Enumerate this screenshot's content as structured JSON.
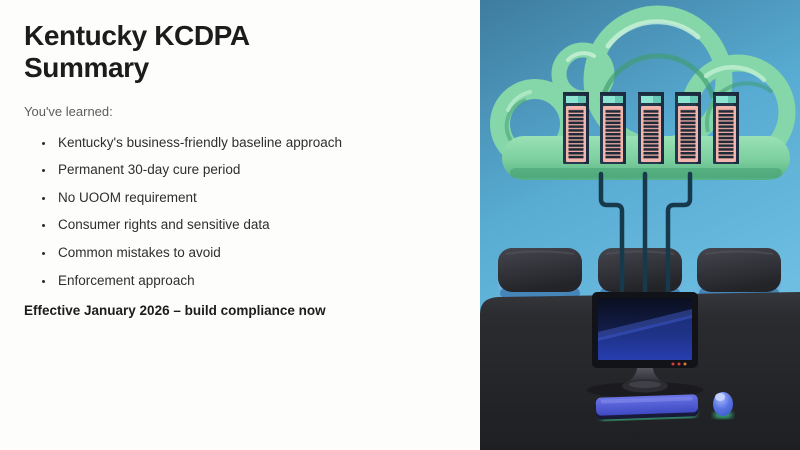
{
  "slide": {
    "title": "Kentucky KCDPA Summary",
    "intro": "You've learned:",
    "bullets": [
      "Kentucky's business-friendly baseline approach",
      "Permanent 30-day cure period",
      "No UOOM requirement",
      "Consumer rights and sensitive data",
      "Common mistakes to avoid",
      "Enforcement approach"
    ],
    "takeaway": "Effective January 2026 – build compliance now"
  },
  "illustration": {
    "scene": "green 3D cloud holding five server racks, wired to device pads, monitor, keyboard and mouse on a dark desk",
    "elements": [
      "cloud",
      "server-racks",
      "cables",
      "device-pads",
      "monitor",
      "keyboard",
      "mouse",
      "desk"
    ]
  },
  "theme": {
    "slide-bg": "#fdfdfb",
    "title-color": "#1c1c1c",
    "intro-color": "#5d5d5d",
    "bullet-color": "#2e2e2e",
    "sky-top": "#3e7c9e",
    "sky-mid": "#58abd2",
    "sky-bottom": "#74c4e6",
    "cloud-green": "#85d7a9",
    "cloud-shadow": "#3f9c72",
    "cloud-highlight": "#c9f2da",
    "server-body": "#24384c",
    "server-pink": "#f2b6ae",
    "server-teal": "#8ce6d2",
    "cable": "#17394c",
    "desk": "#26272a",
    "pad-dark": "#34353b",
    "pad-blue": "#6fb2e0",
    "screen-blue": "#2a46c0",
    "keyboard-blue": "#4d58d6",
    "glow-green": "#3fe89e",
    "mouse-blue": "#4a6ade"
  }
}
